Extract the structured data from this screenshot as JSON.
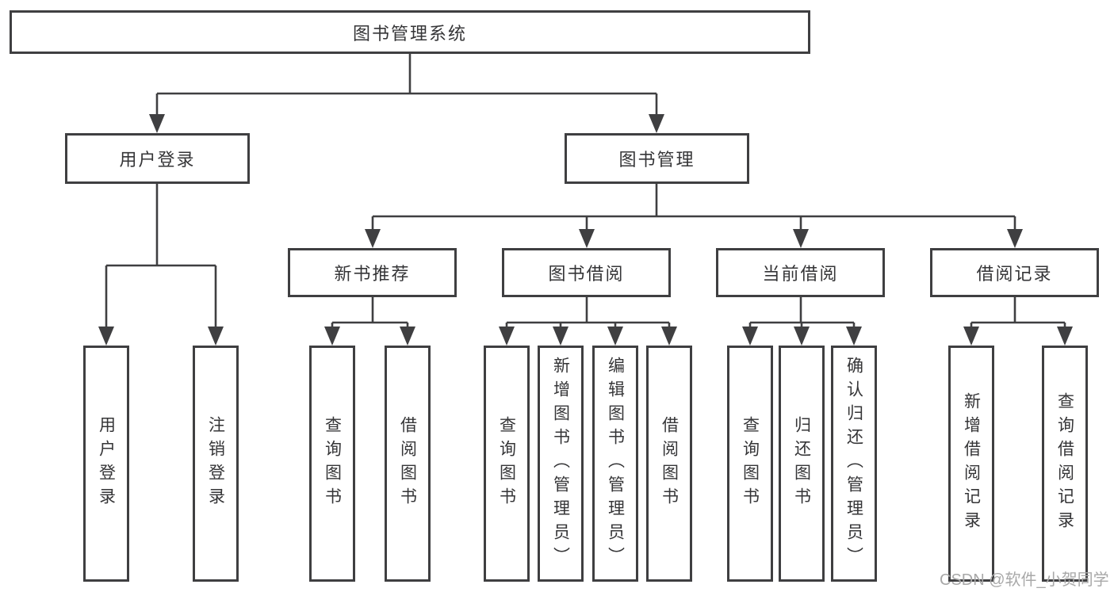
{
  "diagram": {
    "root": {
      "label": "图书管理系统",
      "children": [
        {
          "label": "用户登录",
          "children": [
            {
              "label": "用户登录"
            },
            {
              "label": "注销登录"
            }
          ]
        },
        {
          "label": "图书管理",
          "children": [
            {
              "label": "新书推荐",
              "children": [
                {
                  "label": "查询图书"
                },
                {
                  "label": "借阅图书"
                }
              ]
            },
            {
              "label": "图书借阅",
              "children": [
                {
                  "label": "查询图书"
                },
                {
                  "label": "新增图书（管理员）"
                },
                {
                  "label": "编辑图书（管理员）"
                },
                {
                  "label": "借阅图书"
                }
              ]
            },
            {
              "label": "当前借阅",
              "children": [
                {
                  "label": "查询图书"
                },
                {
                  "label": "归还图书"
                },
                {
                  "label": "确认归还（管理员）"
                }
              ]
            },
            {
              "label": "借阅记录",
              "children": [
                {
                  "label": "新增借阅记录"
                },
                {
                  "label": "查询借阅记录"
                }
              ]
            }
          ]
        }
      ]
    }
  },
  "watermark": {
    "text": "CSDN @软件_小贺同学"
  },
  "colors": {
    "line": "#3f3f41",
    "text": "#353537",
    "watermark": "#a8a8a8",
    "background": "#ffffff"
  }
}
